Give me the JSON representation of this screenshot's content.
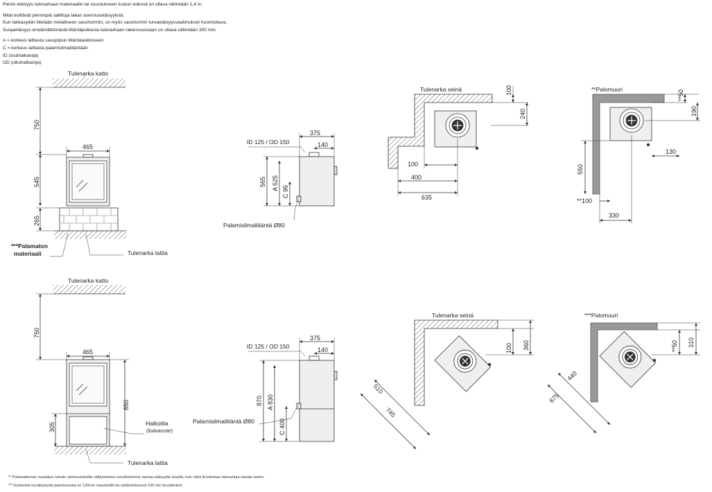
{
  "intro": {
    "line1": "Pienin etäisyys tulenarkaan materiaaliin tai sisustukseen luukun edessä on oltava vähintään 1,4 m.",
    "line2": "Mitat esittävät pienimpiä sallittuja takan asennusetäisyyksiä.",
    "line3": "Kun takkasydän liitetään metalliseen savuhormiin, on myös savuhormin turvaetäisyysvaatimukset huomioitava.",
    "line4": "Suojaetäisyys eristämättömästä liitäntäputkesta tulenarkaan rakennusosaan on oltava vähintään 300 mm.",
    "line5": "A = korkeus lattiasta savupiipun liitäntäaukkoseen",
    "line6": "C = korkeus lattiasta palamisilmaliitäntään",
    "line7": "ID (sisähalkaisija)",
    "line8": "OD (ulkohalkaisija)"
  },
  "labels": {
    "ceiling": "Tulenarka katto",
    "floor": "Tulenarka lattia",
    "noncombustible_1": "***Palamaton",
    "noncombustible_2": "materiaali",
    "flue": "ID 125 / OD 150",
    "air_inlet": "Palamisilmaliitäntä Ø80",
    "wall": "Tulenarka seinä",
    "firewall_2": "**Palomuuri",
    "firewall_3": "***Palomuuri",
    "shelf_1": "Halkotila",
    "shelf_2": "(lisävaruste)"
  },
  "dims": {
    "top_750": "750",
    "top_465": "465",
    "top_545": "545",
    "top_265": "265",
    "top_375": "375",
    "top_140": "140",
    "top_565": "565",
    "top_a525": "A 525",
    "top_c95": "C 95",
    "wall_100a": "100",
    "wall_240": "240",
    "wall_100b": "100",
    "wall_400": "400",
    "wall_635": "635",
    "fw_50": "**50",
    "fw_190": "190",
    "fw_130": "130",
    "fw_550": "550",
    "fw_100": "**100",
    "fw_330": "330",
    "bot_750": "750",
    "bot_465": "465",
    "bot_850": "850",
    "bot_305": "305",
    "bot_375": "375",
    "bot_140": "140",
    "bot_870": "870",
    "bot_a830": "A 830",
    "bot_c400": "C 400",
    "cw_100": "100",
    "cw_360": "360",
    "cw_510": "510",
    "cw_745": "745",
    "cf_50": "**50",
    "cf_310": "310",
    "cf_440": "440",
    "cf_675": "675"
  },
  "footnotes": {
    "f1": "**  Palamattoman maalatun seinän värimuutoksilta välttymiseksi suosittelemme samaa etäisyyttä sivuilla, kuin mikä ilmoitetaan tulenarkaa seinää varten.",
    "f2": "***  Esimerkki hyväksytystä palomuurista on 120mm massiivitiili tai vaihtoehtoisesti 100 mm kevytbetoni."
  }
}
